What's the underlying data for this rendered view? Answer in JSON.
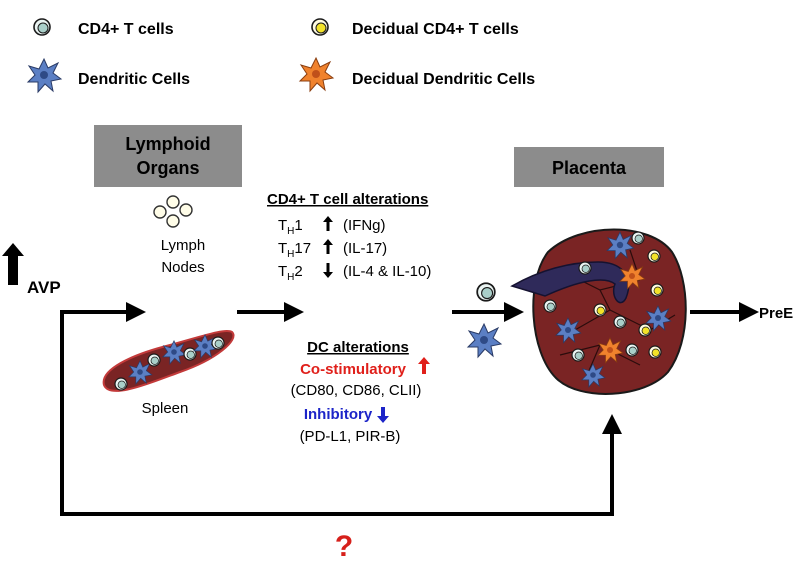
{
  "legend": {
    "cd4_t_cells": "CD4+ T cells",
    "dendritic_cells": "Dendritic Cells",
    "decidual_cd4_t_cells": "Decidual CD4+ T cells",
    "decidual_dendritic_cells": "Decidual Dendritic Cells"
  },
  "boxes": {
    "lymphoid_line1": "Lymphoid",
    "lymphoid_line2": "Organs",
    "placenta": "Placenta"
  },
  "labels": {
    "avp": "AVP",
    "lymph_line1": "Lymph",
    "lymph_line2": "Nodes",
    "spleen": "Spleen",
    "pree": "PreE",
    "question": "?"
  },
  "cd4_alterations": {
    "title": "CD4+ T cell alterations",
    "rows": [
      {
        "base": "T",
        "sub": "H",
        "suffix": "1",
        "direction": "up",
        "text": "(IFNg)"
      },
      {
        "base": "T",
        "sub": "H",
        "suffix": "17",
        "direction": "up",
        "text": "(IL-17)"
      },
      {
        "base": "T",
        "sub": "H",
        "suffix": "2",
        "direction": "down",
        "text": "(IL-4 & IL-10)"
      }
    ]
  },
  "dc_alterations": {
    "title": "DC alterations",
    "costim_label": "Co-stimulatory",
    "costim_markers": "(CD80, CD86, CLII)",
    "inhib_label": "Inhibitory",
    "inhib_markers": "(PD-L1, PIR-B)"
  },
  "colors": {
    "box_gray": "#8c8c8c",
    "tissue_red": "#7a2424",
    "tissue_outline": "#c33a3a",
    "dc_blue": "#5b7fc4",
    "dc_orange": "#f0822d",
    "tcell_fill": "#a9cfc9",
    "decidual_tcell_fill": "#f2e229",
    "vessel": "#2f2a5a",
    "costim_red": "#e0201b",
    "inhib_blue": "#1c24c8",
    "question_red": "#d6201b"
  },
  "icons": [
    "t-cell-icon",
    "dendritic-cell-icon",
    "decidual-t-cell-icon",
    "decidual-dendritic-cell-icon",
    "lymph-node-icon",
    "spleen-icon",
    "placenta-icon",
    "up-arrow-icon",
    "down-arrow-icon"
  ]
}
